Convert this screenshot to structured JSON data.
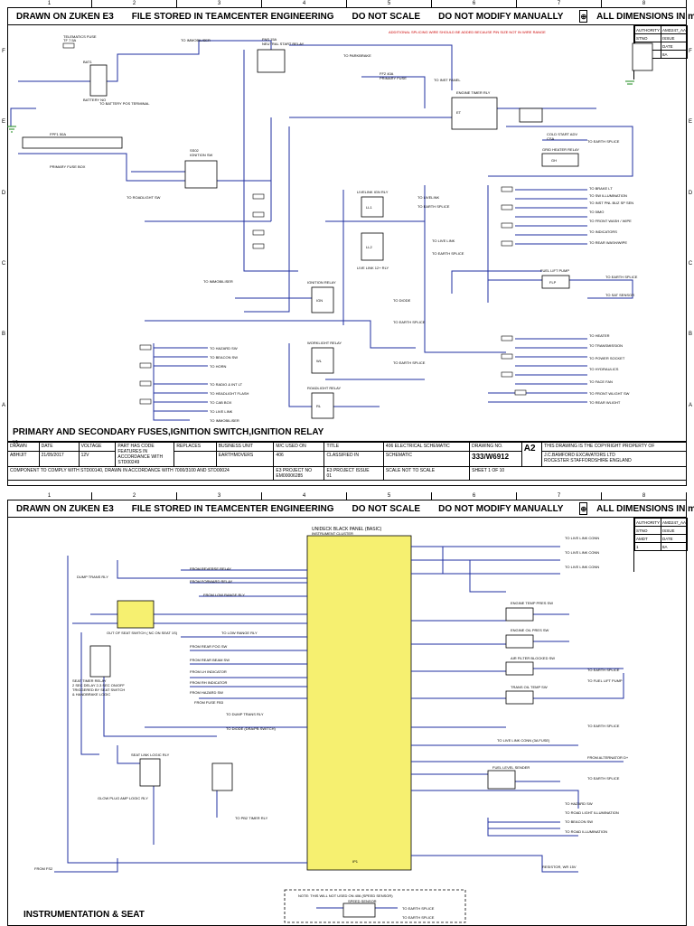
{
  "sheet1": {
    "banner": {
      "drawn_on": "DRAWN ON ZUKEN E3",
      "stored": "FILE STORED IN TEAMCENTER ENGINEERING",
      "do_not_scale": "DO NOT SCALE",
      "do_not_modify": "DO NOT MODIFY MANUALLY",
      "dims": "ALL DIMENSIONS IN mm"
    },
    "columns": [
      "1",
      "2",
      "3",
      "4",
      "5",
      "6",
      "7",
      "8"
    ],
    "rows": [
      "F",
      "E",
      "D",
      "C",
      "B",
      "A"
    ],
    "note": "ADDITIONAL SPLICING WIRE SHOULD BE ADDED BECAUSE PIN SIZE NOT IN WIRE RANGE",
    "section_title": "PRIMARY AND SECONDARY FUSES,IGNITION SWITCH,IGNITION RELAY",
    "version": "V1",
    "components": [
      {
        "name": "TELEMATICS FUSE",
        "sub": "TF 7.5A"
      },
      {
        "name": "BAT1",
        "sub": "BATTERY NO"
      },
      {
        "name": "PRIMARY FUSE BOX",
        "sub": "FPF1 50A"
      },
      {
        "name": "IGNITION SW",
        "sub": "SS02"
      },
      {
        "name": "NEUTRAL START RELAY",
        "sub": "FNS 15A"
      },
      {
        "name": "PRIMARY FUSE",
        "sub": "FF2 40A"
      },
      {
        "name": "ENGINE TIMER RLY",
        "sub": "ET"
      },
      {
        "name": "COLD START ADV",
        "sub": "CSA"
      },
      {
        "name": "GRID HEATER RELAY",
        "sub": "GH"
      },
      {
        "name": "LIVELINK IGN RLY",
        "sub": "LL1"
      },
      {
        "name": "LIVE LINK 12+ RLY",
        "sub": "LL2"
      },
      {
        "name": "IGNITION RELAY",
        "sub": "IGN"
      },
      {
        "name": "WORKLIGHT RELAY",
        "sub": "WL"
      },
      {
        "name": "ROADLIGHT RELAY",
        "sub": "RL"
      },
      {
        "name": "FUEL LIFT PUMP",
        "sub": "FLP"
      }
    ],
    "left_refs": [
      "TO IMMOBILISER",
      "TO BATTERY POS TERMINAL",
      "TO ROADLIGHT SW",
      "TO IMMOBILISER",
      "TO HAZARD SW",
      "TO BEACON SW",
      "TO HORN",
      "TO RADIO & INT LT",
      "TO HEADLIGHT FLASH",
      "TO CAB BOX",
      "TO LIVE LINK",
      "TO IMMOBILISER"
    ],
    "right_refs": [
      "TO PARKBRAKE",
      "TO INST PANEL",
      "TO EARTH SPLICE",
      "TO BRAKE LT",
      "TO SW ILLUMINATION",
      "TO INST PNL BUZ SP SEN",
      "TO 5IMO",
      "TO FRONT WASH / WIPE",
      "TO INDICATORS",
      "TO REAR WASH/WIPE",
      "TO EARTH SPLICE",
      "TO SAT SENSOR",
      "TO HEATER",
      "TO TRANSMISSION",
      "TO POWER SOCKET",
      "TO HYDRAULICS",
      "TO FACE FAN",
      "TO FRONT WLIGHT SW",
      "TO REAR WLIGHT",
      "TO LIVELINK",
      "TO EARTH SPLICE",
      "TO LIVE LINK",
      "TO EARTH SPLICE",
      "TO DIODE",
      "TO EARTH SPLICE",
      "TO EARTH SPLICE"
    ],
    "title_block": {
      "drawn_label": "DRAWN",
      "drawn": "ABHIJIT",
      "date_label": "DATE",
      "date": "21/05/2017",
      "voltage_label": "VOLTAGE",
      "voltage": "12V",
      "part_code": "PART HAS CODE FEATURES IN ACCORDANCE WITH STD00249",
      "replaces_label": "REPLACES",
      "unit_label": "BUSINESS UNIT",
      "unit": "EARTHMOVERS",
      "mc_label": "M/C USED ON",
      "mc": "406",
      "title_label": "TITLE",
      "title": "406 ELECTRICAL SCHEMATIC",
      "classified_label": "CLASSIFIED IN",
      "classified": "SCHEMATIC",
      "drawing_label": "DRAWING NO.",
      "drawing": "333/W6912",
      "size": "A2",
      "copyright": "THIS DRAWING IS THE COPYRIGHT PROPERTY OF",
      "company": "J.C.BAMFORD EXCAVATORS LTD",
      "address": "ROCESTER STAFFORDSHIRE ENGLAND",
      "comply": "COMPONENT TO COMPLY WITH STD00140, DRAWN IN ACCORDANCE WITH 7000/3100 AND STD00024",
      "project_no_label": "E3 PROJECT NO",
      "project_no": "EM00006285",
      "issue_label": "E3 PROJECT ISSUE",
      "issue": "01",
      "scale_label": "SCALE",
      "scale": "NOT TO SCALE",
      "sheet_label": "SHEET",
      "sheet": "1",
      "of_label": "OF",
      "of": "10"
    },
    "rev_table": [
      [
        "AUTHORITY",
        "AMD247_AA"
      ],
      [
        "STNO",
        "ISSUE"
      ],
      [
        "AMDT",
        "DATE"
      ],
      [
        "1",
        "8A"
      ]
    ]
  },
  "sheet2": {
    "banner": {
      "drawn_on": "DRAWN ON ZUKEN E3",
      "stored": "FILE STORED IN TEAMCENTER ENGINEERING",
      "do_not_scale": "DO NOT SCALE",
      "do_not_modify": "DO NOT MODIFY MANUALLY",
      "dims": "ALL DIMENSIONS IN mm"
    },
    "columns": [
      "1",
      "2",
      "3",
      "4",
      "5",
      "6",
      "7",
      "8"
    ],
    "panel_title": "UNIDECK BLACK PANEL (BASIC)",
    "panel_sub": "INSTRUMENT CLUSTER",
    "panel_ref": "IP1",
    "left_inputs": [
      "DUMP TRANS RLY",
      "FROM REVERSE RELAY",
      "FROM FORWARD RELAY",
      "FROM LOW RANGE RLY",
      "TO LOW RANGE RLY",
      "FROM REAR FOG SW",
      "FROM REAR BEAM SW",
      "FROM LH INDICATOR",
      "FROM RH INDICATOR",
      "FROM HAZARD SW",
      "FROM FUSE FB3",
      "TO DUMP TRANS RLY",
      "TO DIODE (DRA/PB SWITCH)"
    ],
    "right_outputs": [
      "TO LIVE LINK CONN",
      "TO LIVE LINK CONN",
      "TO LIVE LINK CONN",
      "ENGINE TEMP PRES SW",
      "ENGINE OIL PRES SW",
      "AIR FILTER BLOCKED SW",
      "TO EARTH SPLICE",
      "TO FUEL LIFT PUMP",
      "TRANS OIL TEMP SW",
      "TO EARTH SPLICE",
      "TO LIVE LINK CONN (3A FUSE)",
      "FROM ALTERNATOR D+",
      "TO EARTH SPLICE",
      "TO HAZARD SW",
      "TO ROAD LIGHT ILLUMINATION",
      "TO BEACON SW",
      "TO ROAD ILLUMINATION"
    ],
    "seat_parts": [
      "OUT OF SEAT SWITCH ( NC ON SEAT 1S)",
      "SEAT TIMER RELAY",
      "2 SEC DELAY 2-3 SEC ON/OFF",
      "TRIGGERED BY SEAT SWITCH",
      "& HANDBRAKE LOGIC",
      "SEAT LINK LOGIC RLY",
      "GLOW PLUG AMP LOGIC RLY",
      "TO PB2 TIMER RLY",
      "FROM FS2",
      "FUEL LEVEL SENDER",
      "RESISTOR, WR 15V"
    ],
    "speed_note": "NOTE: THIS WILL NOT USED ON 406 (SPEED SENSOR)",
    "speed_sensor": "SPEED SENSOR",
    "speed_refs": [
      "TO EARTH SPLICE",
      "TO EARTH SPLICE"
    ],
    "section_title": "INSTRUMENTATION & SEAT",
    "rev_table": [
      [
        "AUTHORITY",
        "AMD247_AA"
      ],
      [
        "STNO",
        "ISSUE"
      ],
      [
        "AMDT",
        "DATE"
      ],
      [
        "1",
        "8A"
      ]
    ]
  },
  "colors": {
    "wire": "#1f2fa0",
    "ground": "#1a8a1a",
    "note": "#c00000",
    "component": "#000000"
  }
}
